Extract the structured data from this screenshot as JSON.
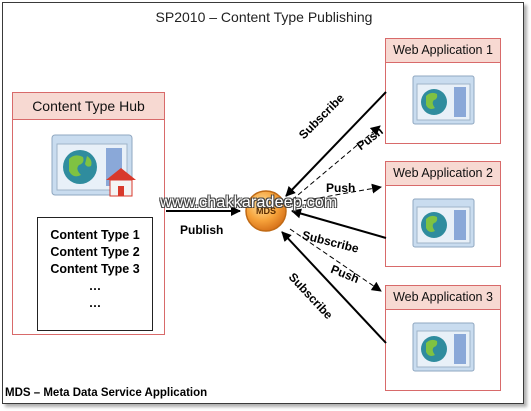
{
  "title": "SP2010 – Content Type Publishing",
  "hub": {
    "label": "Content Type Hub",
    "content_types": [
      "Content Type 1",
      "Content Type 2",
      "Content Type 3",
      "…",
      "…"
    ]
  },
  "mds": {
    "label": "MDS",
    "color": "#f6a23a"
  },
  "web_apps": [
    {
      "label": "Web Application 1"
    },
    {
      "label": "Web Application 2"
    },
    {
      "label": "Web Application 3"
    }
  ],
  "connections": {
    "publish": "Publish",
    "subscribe_1": "Subscribe",
    "push_1": "Push",
    "push_2": "Push",
    "subscribe_2": "Subscribe",
    "push_3": "Push",
    "subscribe_3": "Subscribe"
  },
  "watermark": "www.chakkaradeep.com",
  "footer": "MDS – Meta Data Service Application",
  "colors": {
    "box_border": "#d86a6a",
    "box_header": "#f7d9d2",
    "icon_bg": "#c9dcef",
    "globe": "#2f8c9e"
  }
}
